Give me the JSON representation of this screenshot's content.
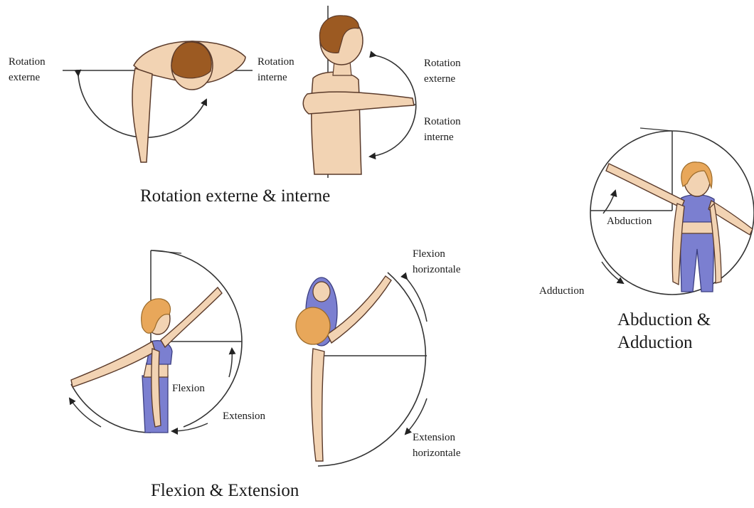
{
  "panels": {
    "rotation": {
      "caption": "Rotation externe & interne",
      "labels": {
        "left_external": "Rotation\nexterne",
        "left_internal": "Rotation\ninterne",
        "right_external": "Rotation\nexterne",
        "right_internal": "Rotation\ninterne"
      }
    },
    "abduction": {
      "caption": "Abduction &\nAdduction",
      "labels": {
        "abduction": "Abduction",
        "adduction": "Adduction"
      }
    },
    "flexion": {
      "caption": "Flexion & Extension",
      "labels": {
        "flexion": "Flexion",
        "extension": "Extension",
        "horizontal_flexion": "Flexion\nhorizontale",
        "horizontal_extension": "Extension\nhorizontale"
      }
    }
  },
  "colors": {
    "skin": "#f2d3b3",
    "skin_outline": "#5a3a2a",
    "hair_brown": "#9c5a22",
    "hair_blonde": "#e8a75a",
    "clothing": "#7b7fd0",
    "line": "#222222"
  }
}
